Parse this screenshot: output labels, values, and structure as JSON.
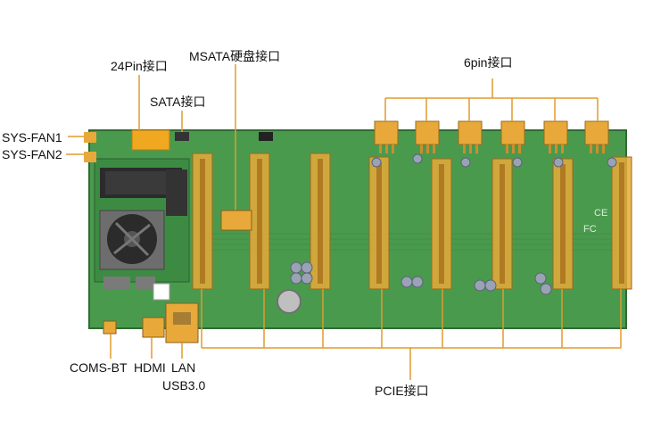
{
  "labels": {
    "sys_fan1": "SYS-FAN1",
    "sys_fan2": "SYS-FAN2",
    "pin24": "24Pin接口",
    "sata": "SATA接口",
    "msata": "MSATA硬盘接口",
    "pin6": "6pin接口",
    "coms_bt": "COMS-BT",
    "hdmi": "HDMI",
    "lan": "LAN",
    "usb3": "USB3.0",
    "pcie": "PCIE接口"
  },
  "colors": {
    "board": "#4a9a4e",
    "board_dark": "#2f6b33",
    "highlight": "#e8a93a",
    "leader": "#e09b2d",
    "text": "#111111"
  },
  "board_marks": {
    "ce": "CE",
    "fc": "FC"
  },
  "counts": {
    "pcie_slots": 8,
    "pin6_connectors": 6
  }
}
